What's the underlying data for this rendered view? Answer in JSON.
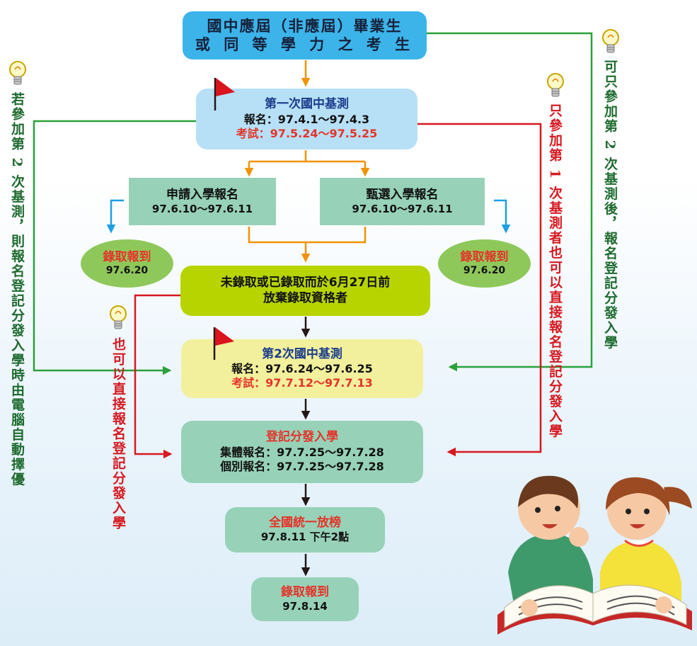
{
  "colors": {
    "start_blue": "#3cb4ea",
    "exam_blue": "#b7e0f6",
    "exam_yellow": "#f2f09c",
    "green_box": "#97d2b8",
    "oval_green": "#8fc85a",
    "lime_box": "#b8d400",
    "arrow_orange": "#f39200",
    "arrow_black": "#231815",
    "arrow_green": "#2aa13a",
    "arrow_red": "#d71920",
    "arrow_blue": "#1d9fe6",
    "title_blue": "#1a3c8c",
    "red_text": "#e4342a"
  },
  "start": {
    "line1": "國中應屆（非應屆）畢業生",
    "line2": "或 同 等 學 力 之 考 生"
  },
  "exam1": {
    "title": "第一次國中基測",
    "register": "報名：97.4.1～97.4.3",
    "exam": "考試：97.5.24～97.5.25"
  },
  "apply": {
    "title": "申請入學報名",
    "dates": "97.6.10～97.6.11"
  },
  "select": {
    "title": "甄選入學報名",
    "dates": "97.6.10～97.6.11"
  },
  "admit_left": {
    "title": "錄取報到",
    "date": "97.6.20"
  },
  "admit_right": {
    "title": "錄取報到",
    "date": "97.6.20"
  },
  "not_admitted": {
    "line1": "未錄取或已錄取而於6月27日前",
    "line2": "放棄錄取資格者"
  },
  "exam2": {
    "title": "第2次國中基測",
    "register": "報名：97.6.24～97.6.25",
    "exam": "考試：97.7.12～97.7.13"
  },
  "registration": {
    "title": "登記分發入學",
    "group": "集體報名：97.7.25～97.7.28",
    "individual": "個別報名：97.7.25～97.7.28"
  },
  "release": {
    "title": "全國統一放榜",
    "date": "97.8.11 下午2點"
  },
  "final_admit": {
    "title": "錄取報到",
    "date": "97.8.14"
  },
  "side_notes": {
    "left": "若參加第 2 次基測，則報名登記分發入學時由電腦自動擇優",
    "middle": "也可以直接報名登記分發入學",
    "right_inner": "只參加第 1 次基測者也可以直接報名登記分發入學",
    "right_outer": "可只參加第 2 次基測後，報名登記分發入學"
  },
  "icons": {
    "hint": "lightbulb-icon",
    "milestone": "red-flag-icon",
    "decor": "children-reading-illustration"
  }
}
